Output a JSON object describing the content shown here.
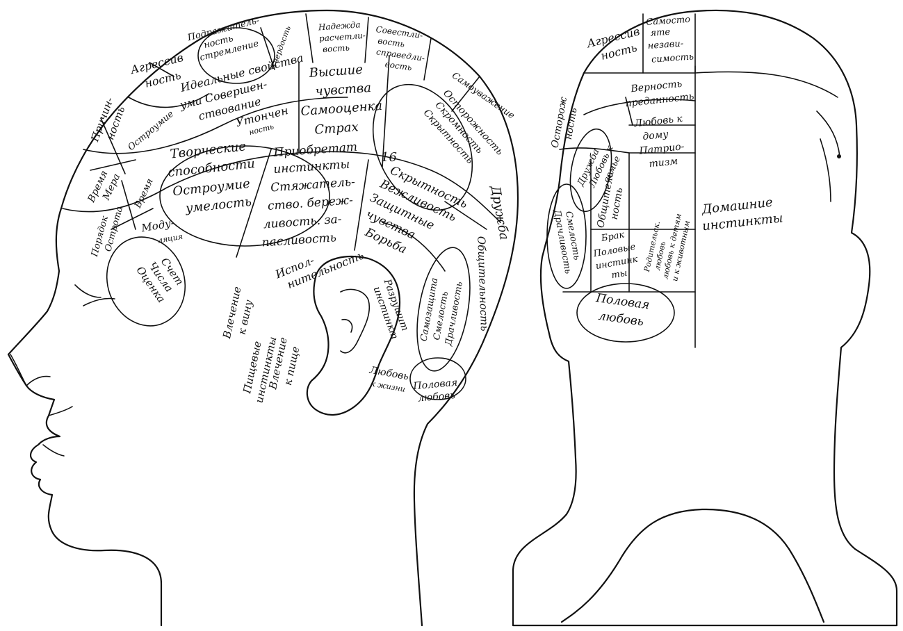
{
  "profile_head": {
    "regions": [
      {
        "id": "podrazhatelnost",
        "lines": [
          "Подражатель-",
          "ность",
          "стремление"
        ]
      },
      {
        "id": "tverdost",
        "lines": [
          "Твердость"
        ]
      },
      {
        "id": "nadezhda",
        "lines": [
          "Надежда",
          "расчетли-",
          "вость"
        ]
      },
      {
        "id": "sovestlivost",
        "lines": [
          "Совестли-",
          "вость",
          "справедли-",
          "вость"
        ]
      },
      {
        "id": "agressivnost",
        "lines": [
          "Агрессив",
          "ность"
        ]
      },
      {
        "id": "idealnye",
        "lines": [
          "Идеальные свойства",
          "ума Совершен-",
          "ствование",
          "Утончен",
          "ность"
        ]
      },
      {
        "id": "vysshie",
        "lines": [
          "Высшие",
          "чувства",
          "Самооценка",
          "Страх"
        ]
      },
      {
        "id": "samouvazhenie",
        "lines": [
          "Самоуважение"
        ]
      },
      {
        "id": "ostorozhnost",
        "lines": [
          "Осторожность",
          "Скромность",
          "Скрытность"
        ]
      },
      {
        "id": "16",
        "lines": [
          "16"
        ]
      },
      {
        "id": "prichinnost",
        "lines": [
          "Причин-",
          "ность"
        ]
      },
      {
        "id": "ostroumie_side",
        "lines": [
          "Остроумие"
        ]
      },
      {
        "id": "tvorcheskie",
        "lines": [
          "Творческие",
          "способности",
          "Остроумие",
          "умелость"
        ]
      },
      {
        "id": "priobretat",
        "lines": [
          "Приобретат",
          "инстинкты",
          "Стяжатель-",
          "ство. береж-",
          "ливость. за-",
          "пасливость"
        ]
      },
      {
        "id": "skrytnost",
        "lines": [
          "Скрытность",
          "Вежливость",
          "Защитные",
          "чувства",
          "Борьба"
        ]
      },
      {
        "id": "druzhba",
        "lines": [
          "Дружба"
        ]
      },
      {
        "id": "obschitelnost",
        "lines": [
          "Общительность"
        ]
      },
      {
        "id": "vremya_mera",
        "lines": [
          "Время",
          "Мера"
        ]
      },
      {
        "id": "vremya",
        "lines": [
          "Время"
        ]
      },
      {
        "id": "modulyaciya",
        "lines": [
          "Моду-",
          "ляция"
        ]
      },
      {
        "id": "poryadok",
        "lines": [
          "Порядок",
          "Острота"
        ]
      },
      {
        "id": "schet",
        "lines": [
          "Счет",
          "Числа",
          "Оценка"
        ]
      },
      {
        "id": "isponitelnost",
        "lines": [
          "Испол-",
          "нительность"
        ]
      },
      {
        "id": "razrushit",
        "lines": [
          "Разрушит",
          "инстинкт"
        ]
      },
      {
        "id": "samozashita",
        "lines": [
          "Самозащита",
          "Смелость",
          "Драчливость"
        ]
      },
      {
        "id": "vlechenie_vinu",
        "lines": [
          "Влечение",
          "к вину"
        ]
      },
      {
        "id": "pishchevye",
        "lines": [
          "Пищевые",
          "инстинкты"
        ]
      },
      {
        "id": "vlechenie_pische",
        "lines": [
          "Влечение",
          "к пище"
        ]
      },
      {
        "id": "lyubov_zhizni",
        "lines": [
          "Любовь",
          "к жизни"
        ]
      },
      {
        "id": "polovaya_left",
        "lines": [
          "Половая",
          "любовь"
        ]
      }
    ]
  },
  "back_head": {
    "regions": [
      {
        "id": "agressivnost_b",
        "lines": [
          "Агрессив",
          "ность"
        ]
      },
      {
        "id": "samostoyat",
        "lines": [
          "Самосто",
          "яте",
          "незави-",
          "симость"
        ]
      },
      {
        "id": "ostorozhnost_b",
        "lines": [
          "Осторож",
          "ность"
        ]
      },
      {
        "id": "vernost",
        "lines": [
          "Верность",
          "преданность"
        ]
      },
      {
        "id": "lyubov_domu",
        "lines": [
          "Любовь к",
          "дому",
          "Патрио-",
          "тизм"
        ]
      },
      {
        "id": "druzhba_b",
        "lines": [
          "Дружба",
          "Любовь к",
          "семье"
        ]
      },
      {
        "id": "obschitelnost_b",
        "lines": [
          "Общитель",
          "ность"
        ]
      },
      {
        "id": "smelost_b",
        "lines": [
          "Смелость",
          "Драчливость"
        ]
      },
      {
        "id": "brak",
        "lines": [
          "Брак",
          "Половые",
          "инстинк",
          "ты"
        ]
      },
      {
        "id": "roditelskaya",
        "lines": [
          "Родительск.",
          "любовь",
          "любовь к детям",
          "и к животным"
        ]
      },
      {
        "id": "domashnie",
        "lines": [
          "Домашние",
          "инстинкты"
        ]
      },
      {
        "id": "polovaya_b",
        "lines": [
          "Половая",
          "любовь"
        ]
      }
    ]
  }
}
